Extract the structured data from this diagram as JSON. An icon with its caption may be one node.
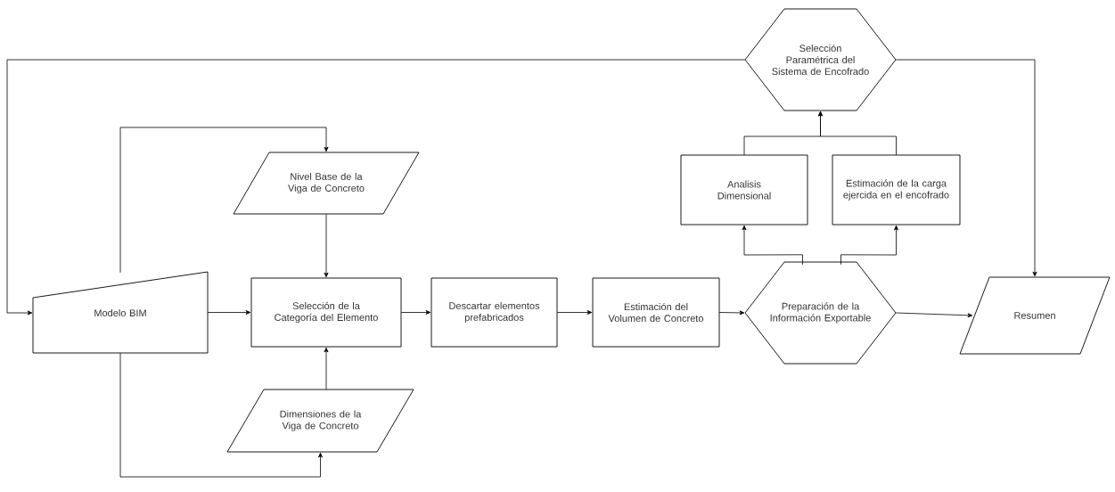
{
  "diagram": {
    "nodes": [
      {
        "text": [
          "Modelo BIM"
        ]
      },
      {
        "text": [
          "Nivel Base de la Viga de Concreto"
        ]
      },
      {
        "text": [
          "Selección de la Categoría del Elemento"
        ]
      },
      {
        "text": [
          "Dimensiones de la Viga de Concreto"
        ]
      },
      {
        "text": [
          "Descartar elementos prefabricados"
        ]
      },
      {
        "text": [
          "Estimación del Volumen de Concreto"
        ]
      },
      {
        "text": [
          "Preparación de la Información Exportable"
        ]
      },
      {
        "text": [
          "Analisis Dimensional"
        ]
      },
      {
        "text": [
          "Estimación de la carga ejercida en el encofrado"
        ]
      },
      {
        "text": [
          "Selección Paramétrica del Sistema de Encofrado"
        ]
      },
      {
        "text": [
          "Resumen"
        ]
      }
    ],
    "edges": [
      {
        "from": 0,
        "to": 2,
        "arrow": "to"
      },
      {
        "from": 0,
        "to": 1,
        "arrow": "to"
      },
      {
        "from": 0,
        "to": 3,
        "arrow": "to"
      },
      {
        "from": 1,
        "to": 2,
        "arrow": "to"
      },
      {
        "from": 3,
        "to": 2,
        "arrow": "to"
      },
      {
        "from": 2,
        "to": 4,
        "arrow": "to"
      },
      {
        "from": 4,
        "to": 5,
        "arrow": "to"
      },
      {
        "from": 5,
        "to": 6,
        "arrow": "to"
      },
      {
        "from": 6,
        "to": 7,
        "arrow": "to"
      },
      {
        "from": 6,
        "to": 8,
        "arrow": "to"
      },
      {
        "from": 7,
        "to": 9,
        "arrow": "to"
      },
      {
        "from": 8,
        "to": 9,
        "arrow": "to"
      },
      {
        "from": 9,
        "to": 0,
        "arrow": "to"
      },
      {
        "from": 9,
        "to": 10,
        "arrow": "to"
      },
      {
        "from": 6,
        "to": 10,
        "arrow": "to"
      }
    ]
  }
}
